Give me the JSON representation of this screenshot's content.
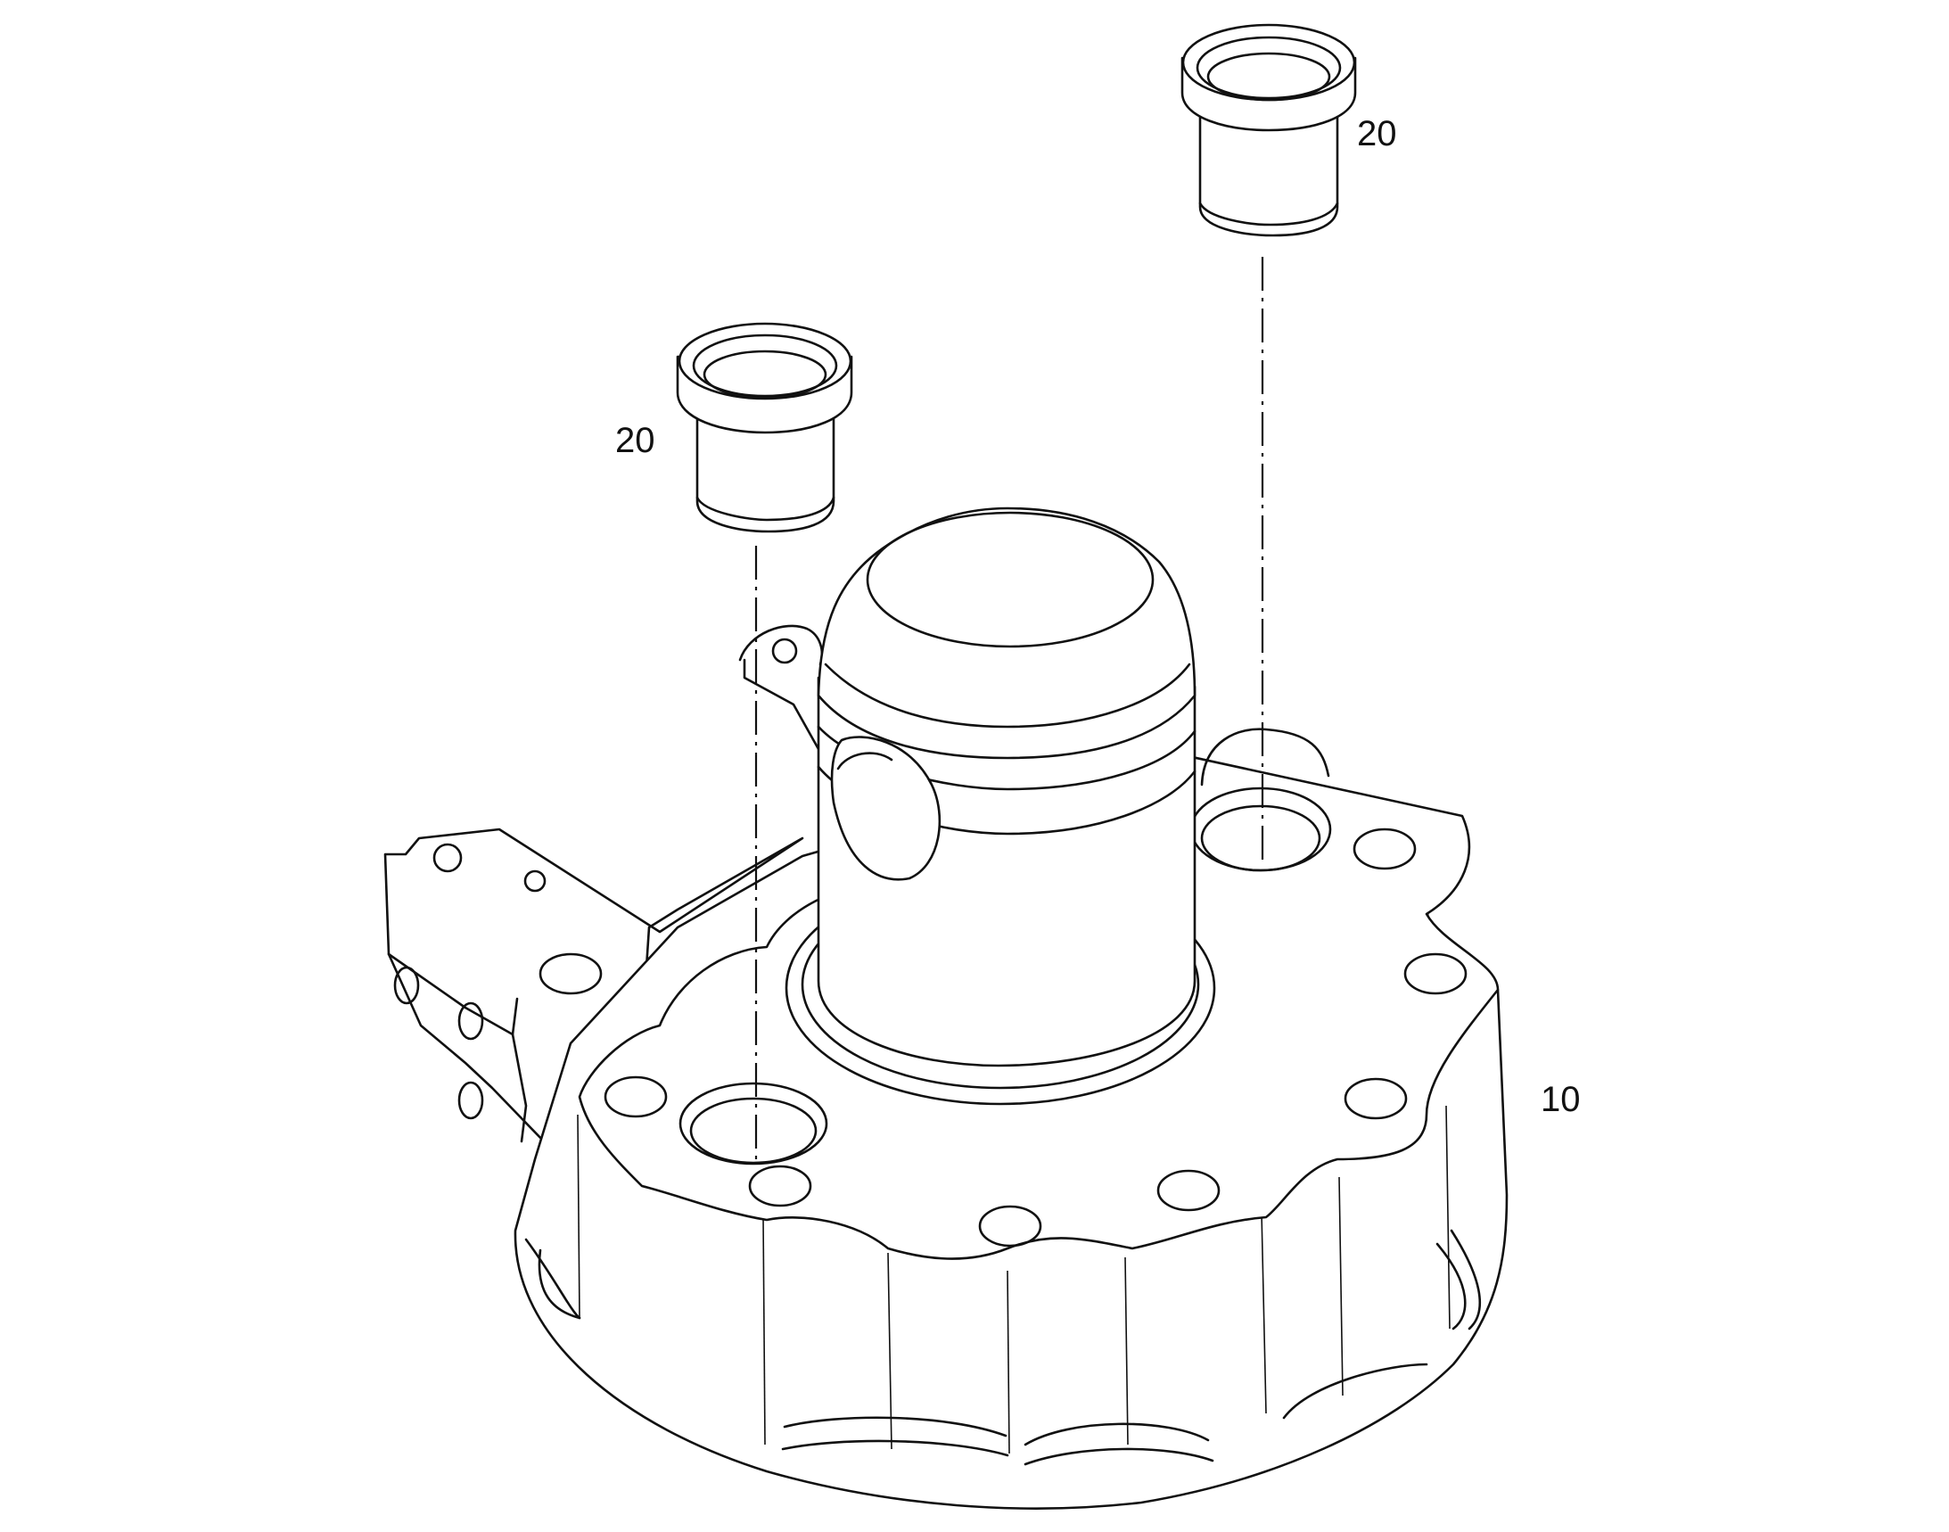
{
  "callouts": [
    {
      "label": "20",
      "part": "bushing"
    },
    {
      "label": "20",
      "part": "bushing"
    },
    {
      "label": "10",
      "part": "housing"
    }
  ]
}
